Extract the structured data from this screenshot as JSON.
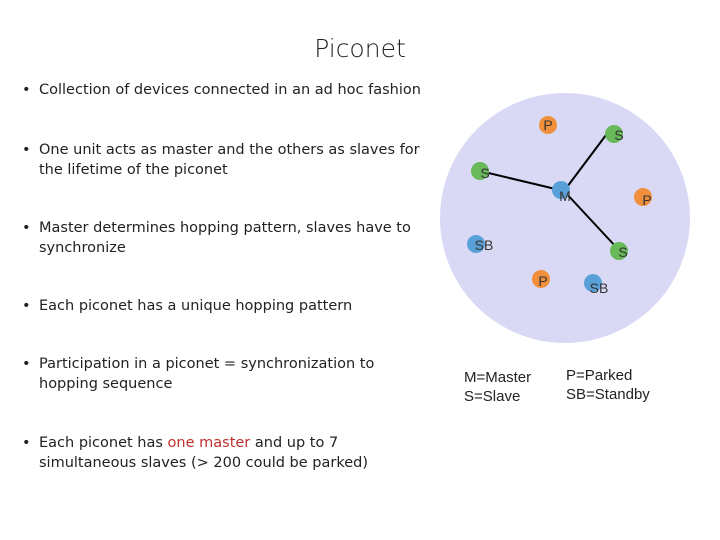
{
  "title": "Piconet",
  "bullets": [
    {
      "text": "Collection of devices connected in an ad hoc fashion"
    },
    {
      "text": "One unit acts as master and the others as slaves for the lifetime of the piconet"
    },
    {
      "text": "Master determines hopping pattern, slaves have to synchronize"
    },
    {
      "text": "Each piconet has a unique hopping pattern"
    },
    {
      "text": "Participation in a piconet = synchronization to hopping sequence"
    },
    {
      "pre": "Each piconet has ",
      "highlight": "one master",
      "post": " and up to 7 simultaneous slaves (> 200 could be parked)"
    }
  ],
  "diagram": {
    "colors": {
      "piconet_fill": "#d9d9f5",
      "master": "#5aa0d8",
      "slave": "#67b95a",
      "parked": "#f08f3c",
      "standby": "#5aa0d8",
      "link": "#000000"
    },
    "nodes": [
      {
        "id": "M",
        "label": "M",
        "role": "master"
      },
      {
        "id": "S1",
        "label": "S",
        "role": "slave"
      },
      {
        "id": "S2",
        "label": "S",
        "role": "slave"
      },
      {
        "id": "S3",
        "label": "S",
        "role": "slave"
      },
      {
        "id": "P1",
        "label": "P",
        "role": "parked"
      },
      {
        "id": "P2",
        "label": "P",
        "role": "parked"
      },
      {
        "id": "P3",
        "label": "P",
        "role": "parked"
      },
      {
        "id": "SB1",
        "label": "SB",
        "role": "standby"
      },
      {
        "id": "SB2",
        "label": "SB",
        "role": "standby"
      }
    ],
    "links": [
      [
        "M",
        "S1"
      ],
      [
        "M",
        "S2"
      ],
      [
        "M",
        "S3"
      ]
    ]
  },
  "legend": {
    "left": "M=Master\nS=Slave",
    "right": "P=Parked\nSB=Standby"
  }
}
